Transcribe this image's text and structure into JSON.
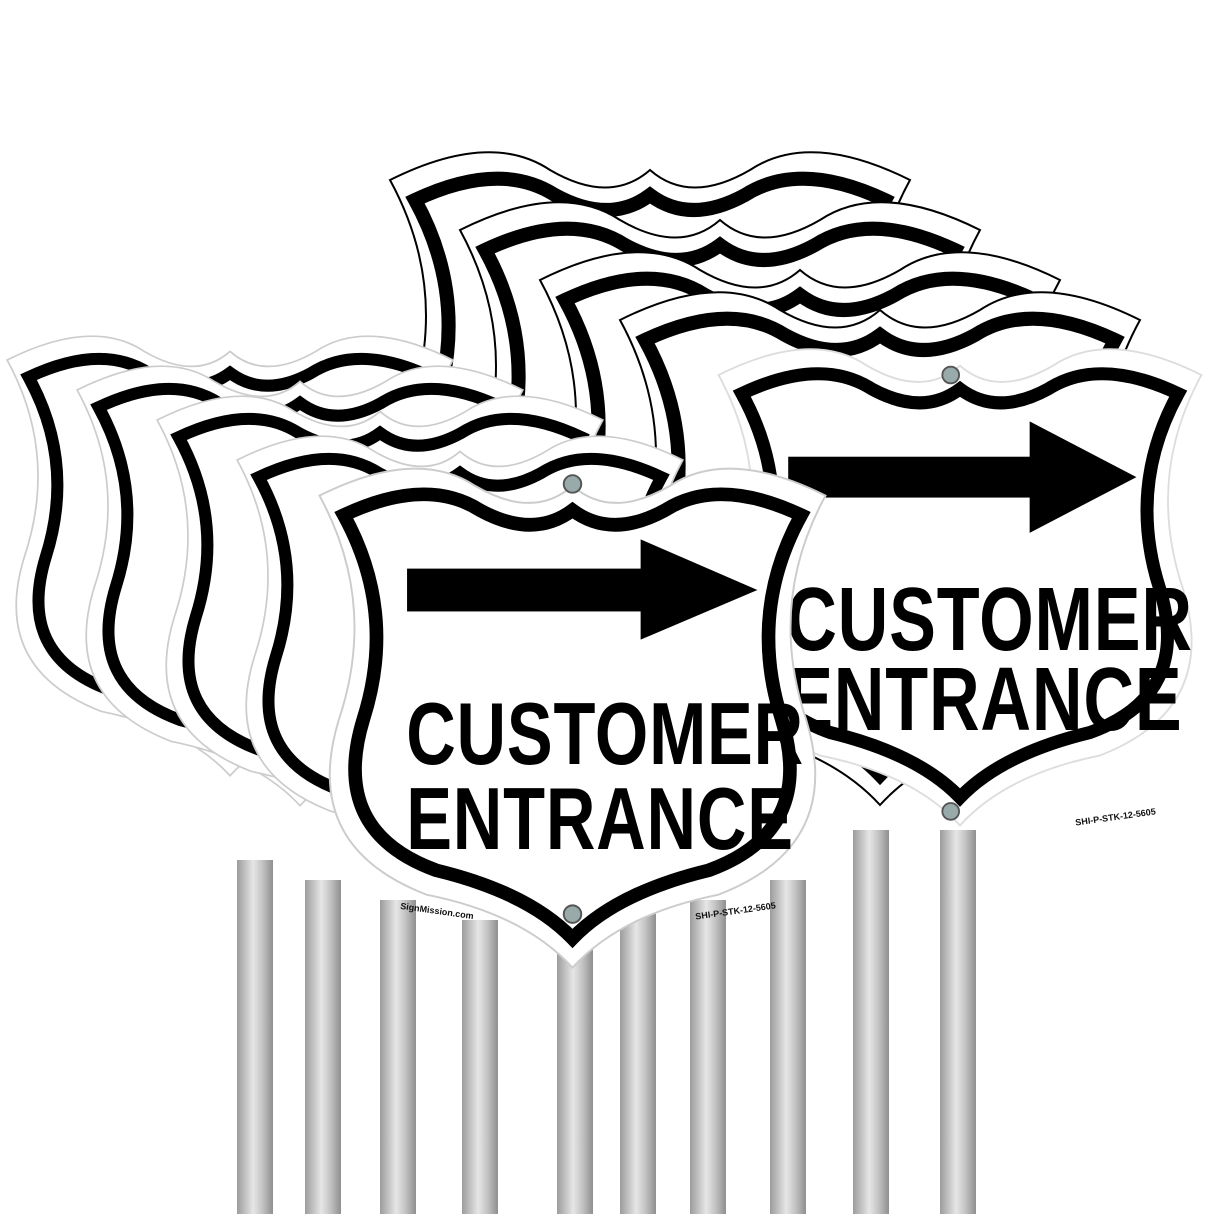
{
  "product": {
    "sign_text_line1": "CUSTOMER",
    "sign_text_line2": "ENTRANCE",
    "arrow_direction": "right-arrow-icon",
    "brand": "SignMission.com",
    "sku": "SHI-P-STK-12-5605",
    "shape": "shield",
    "count_visible": 10
  },
  "colors": {
    "background": "#ffffff",
    "border": "#000000",
    "text": "#000000",
    "stake": "#c8c8c8"
  }
}
